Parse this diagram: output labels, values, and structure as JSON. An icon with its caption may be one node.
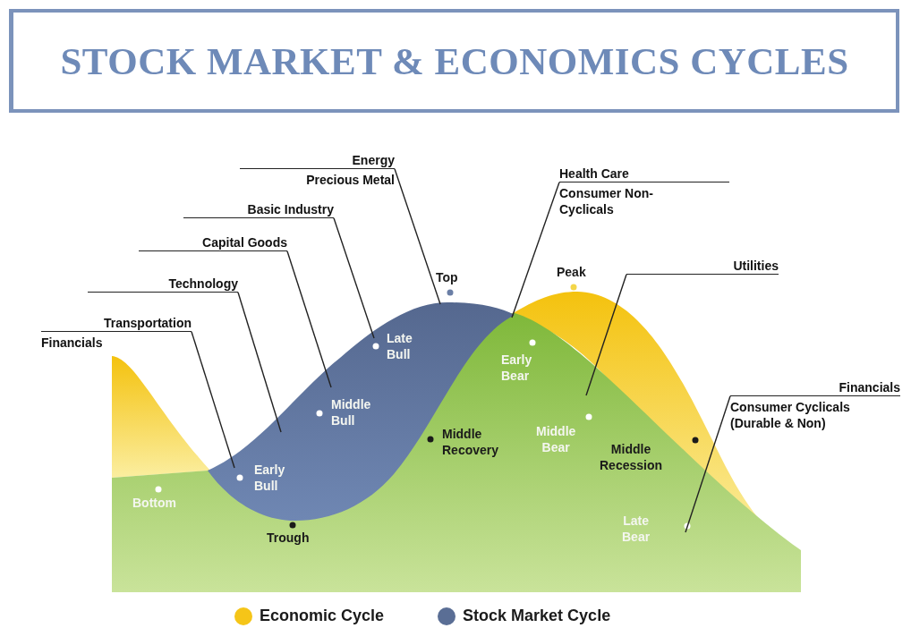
{
  "diagram": {
    "title": "STOCK MARKET & ECONOMICS CYCLES",
    "nodes": [
      {
        "text": [
          "Transportation",
          "Financials"
        ]
      },
      {
        "text": [
          "Technology"
        ]
      },
      {
        "text": [
          "Capital Goods"
        ]
      },
      {
        "text": [
          "Basic Industry"
        ]
      },
      {
        "text": [
          "Energy",
          "Precious Metal"
        ]
      },
      {
        "text": [
          "Health Care",
          "Consumer Non-Cyclicals"
        ]
      },
      {
        "text": [
          "Utilities"
        ]
      },
      {
        "text": [
          "Financials",
          "Consumer Cyclicals (Durable & Non)"
        ]
      }
    ],
    "edges": [
      {
        "from": 0,
        "to": null,
        "arrow": "none"
      },
      {
        "from": 1,
        "to": null,
        "arrow": "none"
      },
      {
        "from": 2,
        "to": null,
        "arrow": "none"
      },
      {
        "from": 3,
        "to": null,
        "arrow": "none"
      },
      {
        "from": 4,
        "to": null,
        "arrow": "none"
      },
      {
        "from": 5,
        "to": null,
        "arrow": "none"
      },
      {
        "from": 6,
        "to": null,
        "arrow": "none"
      },
      {
        "from": 7,
        "to": null,
        "arrow": "none"
      }
    ],
    "labels": [
      "Top",
      "Peak",
      "Late Bull",
      "Early Bear",
      "Middle Bull",
      "Middle Recovery",
      "Middle Bear",
      "Middle Recession",
      "Early Bull",
      "Bottom",
      "Trough",
      "Late Bear"
    ],
    "legend": [
      {
        "text": "Economic Cycle",
        "color": "#f5c518"
      },
      {
        "text": "Stock Market Cycle",
        "color": "#5a6e95"
      }
    ]
  }
}
